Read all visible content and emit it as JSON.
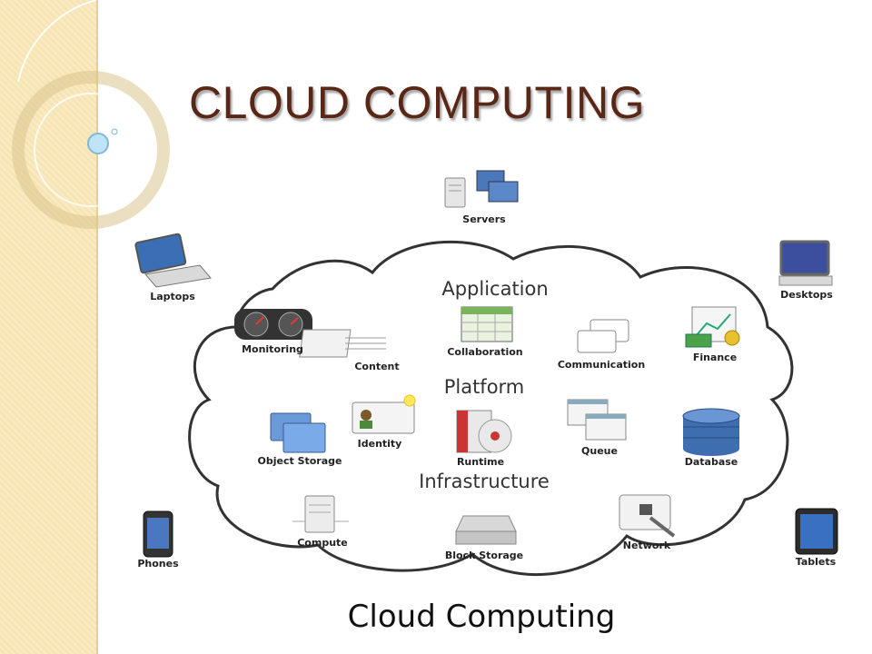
{
  "slide_title": "CLOUD COMPUTING",
  "colors": {
    "title": "#5a2716",
    "side_band": "#f7e4b3",
    "cloud_stroke": "#333333"
  },
  "diagram": {
    "caption": "Cloud Computing",
    "tiers": {
      "application": "Application",
      "platform": "Platform",
      "infrastructure": "Infrastructure"
    },
    "outside": {
      "servers": "Servers",
      "laptops": "Laptops",
      "desktops": "Desktops",
      "phones": "Phones",
      "tablets": "Tablets"
    },
    "services": {
      "monitoring": "Monitoring",
      "content": "Content",
      "collaboration": "Collaboration",
      "communication": "Communication",
      "finance": "Finance",
      "identity": "Identity",
      "object_storage": "Object Storage",
      "runtime": "Runtime",
      "queue": "Queue",
      "database": "Database",
      "compute": "Compute",
      "block_storage": "Block Storage",
      "network": "Network"
    }
  }
}
